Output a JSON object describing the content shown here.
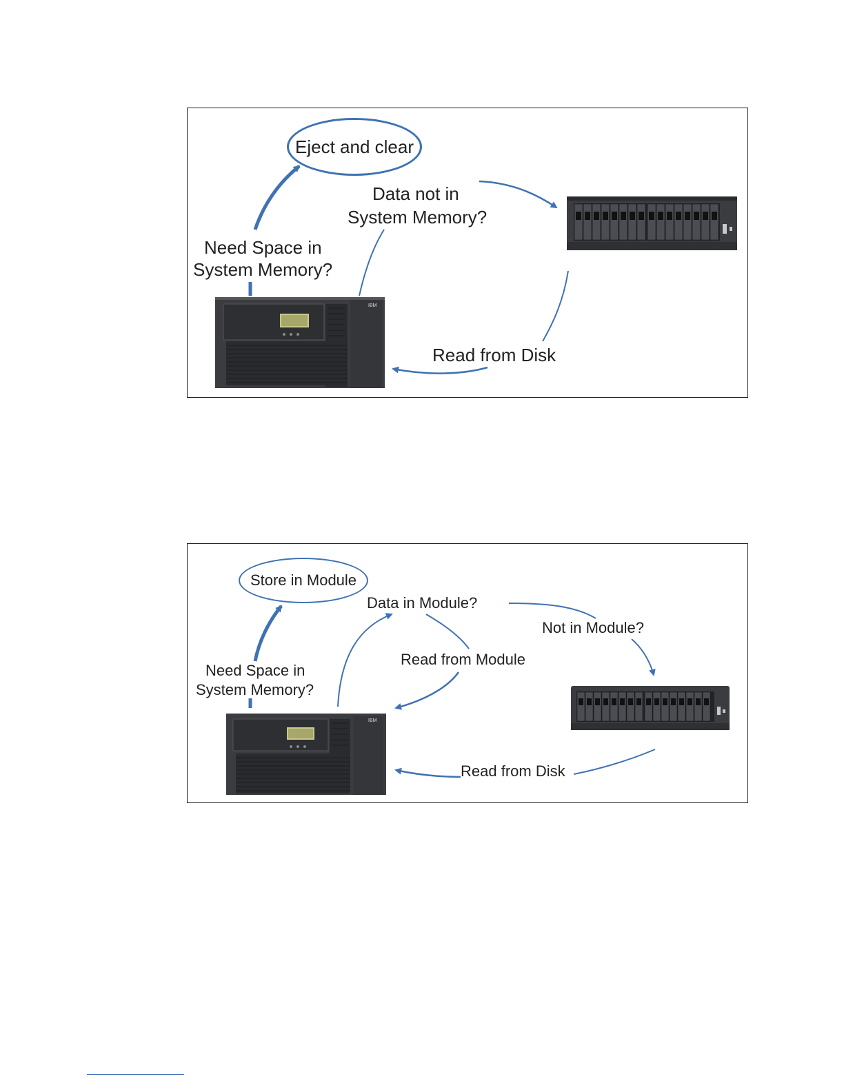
{
  "figure1": {
    "bubble": "Eject and clear",
    "labels": {
      "data_not_in_memory_line1": "Data not in",
      "data_not_in_memory_line2": "System Memory?",
      "need_space_line1": "Need Space in",
      "need_space_line2": "System Memory?",
      "read_from_disk": "Read from Disk"
    },
    "server_logo": "IBM"
  },
  "figure2": {
    "bubble": "Store in Module",
    "labels": {
      "data_in_module": "Data in Module?",
      "not_in_module": "Not in Module?",
      "read_from_module": "Read from Module",
      "need_space_line1": "Need Space in",
      "need_space_line2": "System Memory?",
      "read_from_disk": "Read from Disk"
    },
    "server_logo": "IBM"
  },
  "colors": {
    "arrow": "#3f72b3",
    "chassis": "#3a3c40",
    "chassis_dark": "#222326"
  }
}
